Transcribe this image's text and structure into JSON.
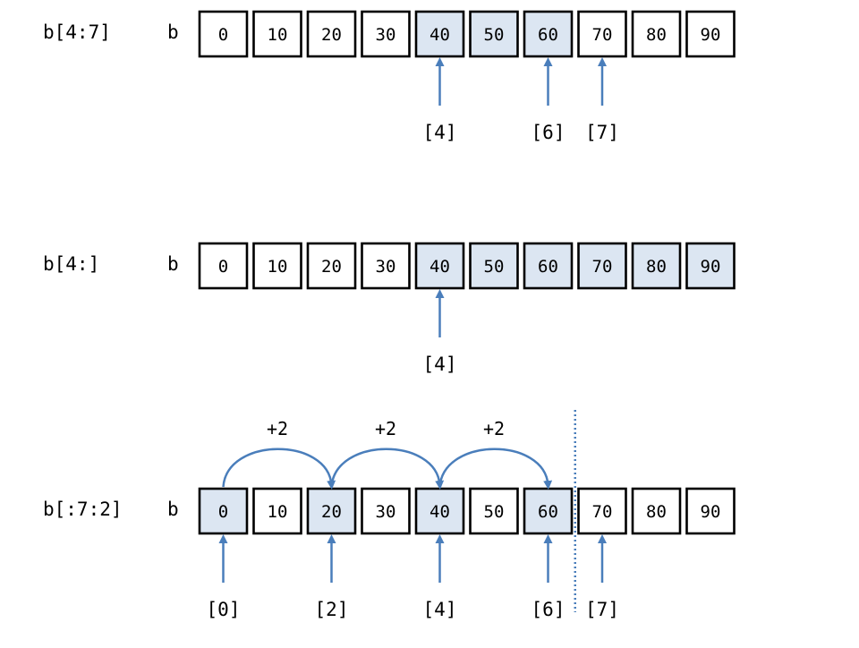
{
  "colors": {
    "highlight_fill": "#dce6f2",
    "plain_fill": "#ffffff",
    "arrow": "#4a7ebb",
    "border": "#000000"
  },
  "array_values": [
    "0",
    "10",
    "20",
    "30",
    "40",
    "50",
    "60",
    "70",
    "80",
    "90"
  ],
  "panels": [
    {
      "slice_label": "b[4:7]",
      "array_name": "b",
      "highlighted": [
        4,
        5,
        6
      ],
      "index_arrows": [
        {
          "index": 4,
          "label": "[4]"
        },
        {
          "index": 6,
          "label": "[6]"
        },
        {
          "index": 7,
          "label": "[7]"
        }
      ],
      "step_arcs": [],
      "stop_line_after": null
    },
    {
      "slice_label": "b[4:]",
      "array_name": "b",
      "highlighted": [
        4,
        5,
        6,
        7,
        8,
        9
      ],
      "index_arrows": [
        {
          "index": 4,
          "label": "[4]"
        }
      ],
      "step_arcs": [],
      "stop_line_after": null
    },
    {
      "slice_label": "b[:7:2]",
      "array_name": "b",
      "highlighted": [
        0,
        2,
        4,
        6
      ],
      "index_arrows": [
        {
          "index": 0,
          "label": "[0]"
        },
        {
          "index": 2,
          "label": "[2]"
        },
        {
          "index": 4,
          "label": "[4]"
        },
        {
          "index": 6,
          "label": "[6]"
        },
        {
          "index": 7,
          "label": "[7]"
        }
      ],
      "step_arcs": [
        {
          "from": 0,
          "to": 2,
          "label": "+2"
        },
        {
          "from": 2,
          "to": 4,
          "label": "+2"
        },
        {
          "from": 4,
          "to": 6,
          "label": "+2"
        }
      ],
      "stop_line_after": 6
    }
  ]
}
